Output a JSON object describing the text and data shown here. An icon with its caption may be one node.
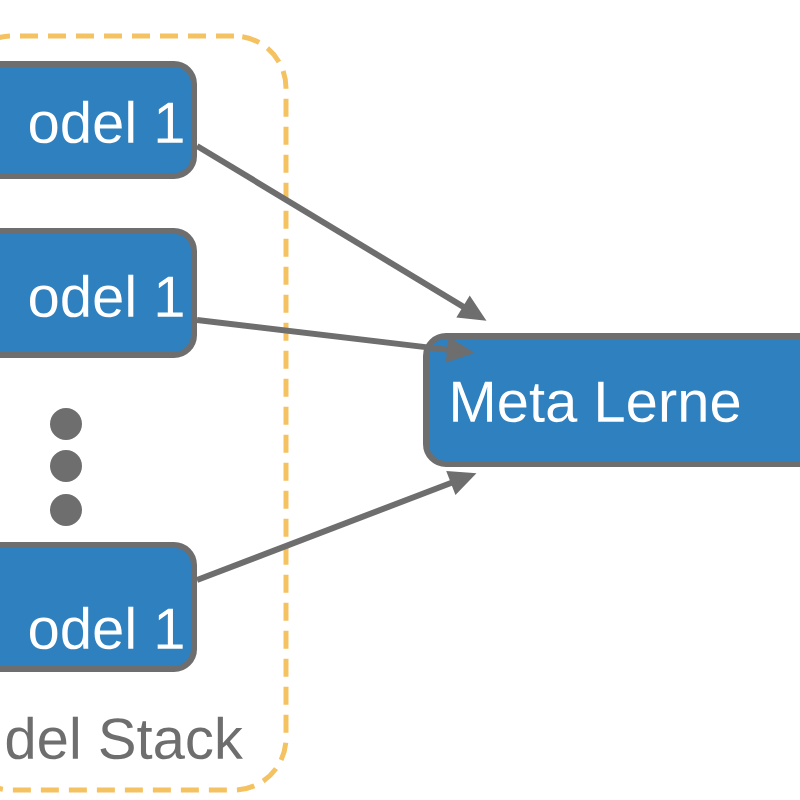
{
  "diagram": {
    "nodes": [
      {
        "text": [
          "del Stack"
        ]
      },
      {
        "text": [
          "odel 1"
        ],
        "in": 0
      },
      {
        "text": [
          "odel 1"
        ],
        "in": 0
      },
      {
        "text": [
          "odel 1"
        ],
        "in": 0
      },
      {
        "text": [
          "Meta Lerne"
        ]
      }
    ],
    "edges": [
      {
        "from": 1,
        "to": 4,
        "arrow": "to"
      },
      {
        "from": 2,
        "to": 4,
        "arrow": "to"
      },
      {
        "from": 3,
        "to": 4,
        "arrow": "to"
      }
    ]
  }
}
